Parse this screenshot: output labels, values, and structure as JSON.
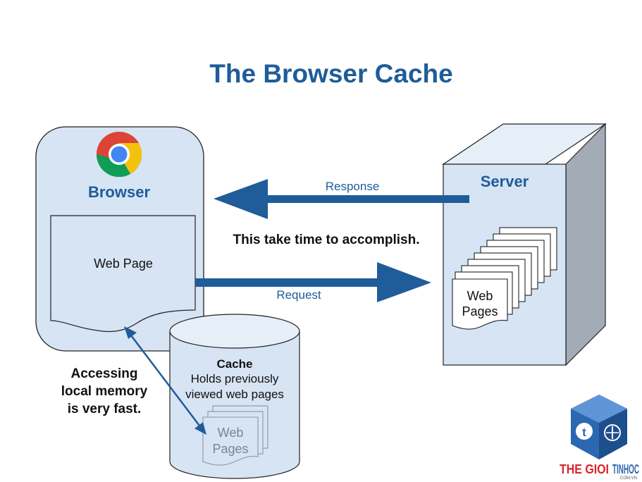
{
  "title": "The Browser Cache",
  "browser": {
    "label": "Browser",
    "page_label": "Web Page",
    "icon": "chrome-icon"
  },
  "server": {
    "label": "Server",
    "pages_line1": "Web",
    "pages_line2": "Pages"
  },
  "arrows": {
    "response": "Response",
    "request": "Request",
    "note": "This take time to accomplish."
  },
  "cache": {
    "title": "Cache",
    "line1": "Holds previously",
    "line2": "viewed web pages",
    "pages_line1": "Web",
    "pages_line2": "Pages"
  },
  "access_note": {
    "line1": "Accessing",
    "line2": "local memory",
    "line3": "is very fast."
  },
  "logo": {
    "text_red": "THE GIOI",
    "text_blue": "TINHOC",
    "suffix": ".COM.VN"
  },
  "colors": {
    "title": "#1f5c99",
    "arrow": "#1f5c99",
    "panel_fill": "#d6e4f4",
    "panel_stroke": "#222222",
    "logo_red": "#d7262b",
    "logo_blue": "#2c68b1"
  }
}
